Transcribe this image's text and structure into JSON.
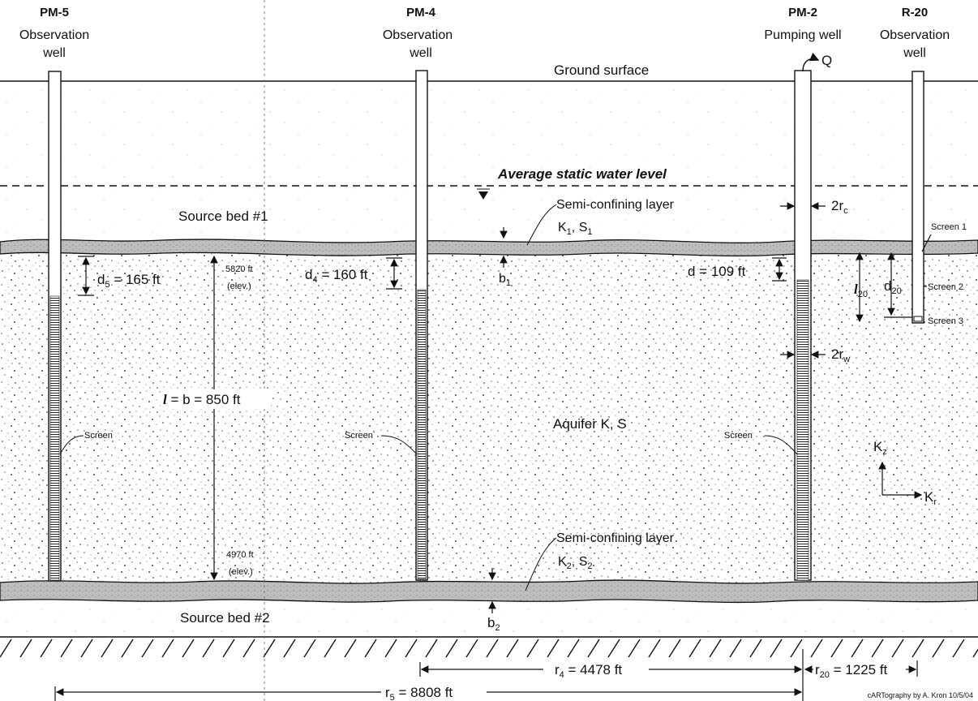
{
  "wells": [
    {
      "name": "PM-5",
      "role_line1": "Observation",
      "role_line2": "well"
    },
    {
      "name": "PM-4",
      "role_line1": "Observation",
      "role_line2": "well"
    },
    {
      "name": "PM-2",
      "role_line1": "Pumping well",
      "role_line2": "Q"
    },
    {
      "name": "R-20",
      "role_line1": "Observation",
      "role_line2": "well"
    }
  ],
  "labels": {
    "ground_surface": "Ground surface",
    "static_water_level": "Average static water level",
    "source_bed_1": "Source bed #1",
    "source_bed_2": "Source bed #2",
    "semi_confining_top": "Semi-confining layer",
    "semi_confining_bottom": "Semi-confining layer",
    "aquifer": "Aquifer  K, S",
    "screen": "Screen",
    "elev_top": "5820 ft",
    "elev_top_note": "(elev.)",
    "elev_bottom": "4970 ft",
    "elev_bottom_note": "(elev.)",
    "screen_1": "Screen 1",
    "screen_2": "Screen 2",
    "screen_3": "Screen 3",
    "credit": "cARTography by A. Kron 10/5/04"
  },
  "math": {
    "k1": "K",
    "k1_sub": "1",
    "s1": ", S",
    "s1_sub": "1",
    "k2": "K",
    "k2_sub": "2",
    "s2": ", S",
    "s2_sub": "2",
    "b1": "b",
    "b1_sub": "1",
    "b2": "b",
    "b2_sub": "2",
    "d5": "d",
    "d5_sub": "5",
    "d5_val": " = 165 ft",
    "d4": "d",
    "d4_sub": "4",
    "d4_val": " = 160 ft",
    "d": "d = 109 ft",
    "l_eq": " = b = 850 ft",
    "l_sym": "l",
    "l20": "l",
    "l20_sub": "20",
    "d20": "d",
    "d20_sub": "20",
    "rc": "2r",
    "rc_sub": "c",
    "rw": "2r",
    "rw_sub": "w",
    "kz": "K",
    "kz_sub": "z",
    "kr": "K",
    "kr_sub": "r",
    "r4": "r",
    "r4_sub": "4",
    "r4_val": " = 4478 ft",
    "r5": "r",
    "r5_sub": "5",
    "r5_val": " = 8808 ft",
    "r20": "r",
    "r20_sub": "20",
    "r20_val": " = 1225 ft"
  }
}
